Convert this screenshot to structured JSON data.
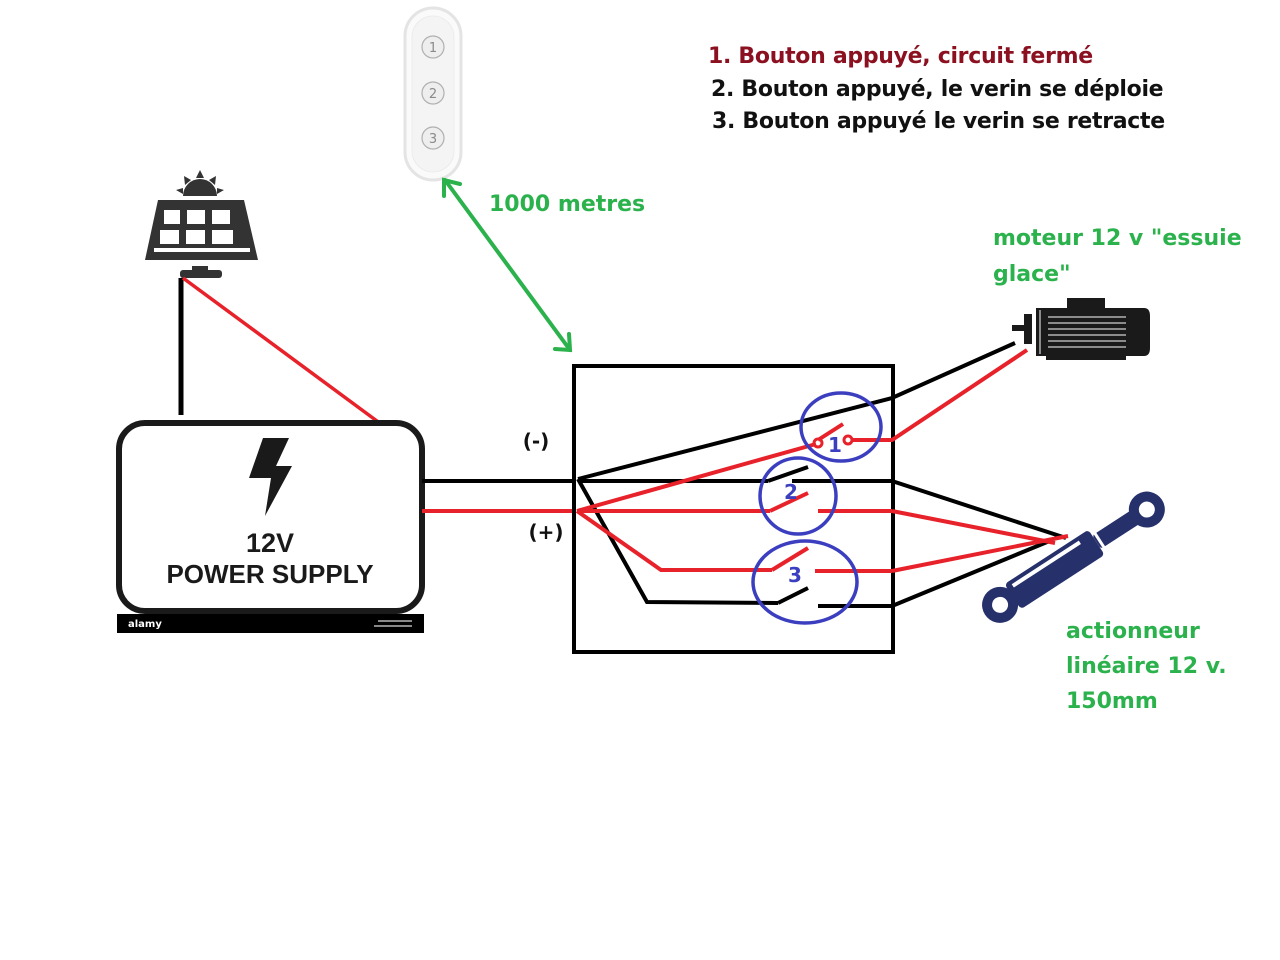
{
  "legend": {
    "items": [
      {
        "text": "1. Bouton appuyé, circuit fermé",
        "color": "#8b1020"
      },
      {
        "text": "2. Bouton appuyé, le verin se déploie",
        "color": "#111111"
      },
      {
        "text": "3. Bouton appuyé le verin se retracte",
        "color": "#111111"
      }
    ]
  },
  "remote": {
    "buttons": [
      "1",
      "2",
      "3"
    ],
    "distance_label": "1000 metres"
  },
  "power_supply": {
    "voltage": "12V",
    "label": "POWER SUPPLY",
    "watermark": "alamy"
  },
  "control_box": {
    "negative_label": "(-)",
    "positive_label": "(+)",
    "switches": [
      "1",
      "2",
      "3"
    ]
  },
  "motor": {
    "label_line1": "moteur 12 v \"essuie",
    "label_line2": "glace\""
  },
  "actuator": {
    "label_line1": "actionneur",
    "label_line2": "linéaire 12 v.",
    "label_line3": "150mm"
  },
  "colors": {
    "wire_positive": "#e8222a",
    "wire_negative": "#000000",
    "switch_circle": "#3b3fbf",
    "annotation_green": "#2bb24c",
    "actuator_navy": "#26306b",
    "legend_highlight": "#8b1020"
  }
}
